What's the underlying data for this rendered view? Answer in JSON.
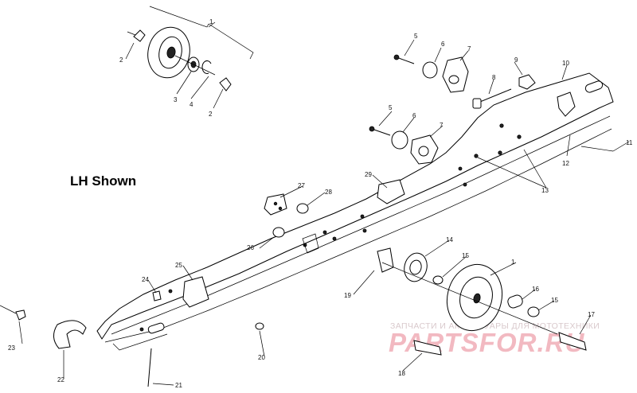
{
  "title": "LH Shown",
  "watermark": {
    "caption": "ЗАПЧАСТИ И АКСЕССУАРЫ ДЛЯ МОТОТЕХНИКИ",
    "brand": "PARTSFOR.RU",
    "color": "#f2b9c1"
  },
  "callouts": [
    "1",
    "2",
    "3",
    "4",
    "2",
    "5",
    "6",
    "7",
    "8",
    "9",
    "10",
    "5",
    "6",
    "7",
    "11",
    "12",
    "13",
    "29",
    "27",
    "28",
    "26",
    "14",
    "15",
    "1",
    "16",
    "15",
    "17",
    "19",
    "25",
    "24",
    "23",
    "22",
    "20",
    "21",
    "18"
  ]
}
